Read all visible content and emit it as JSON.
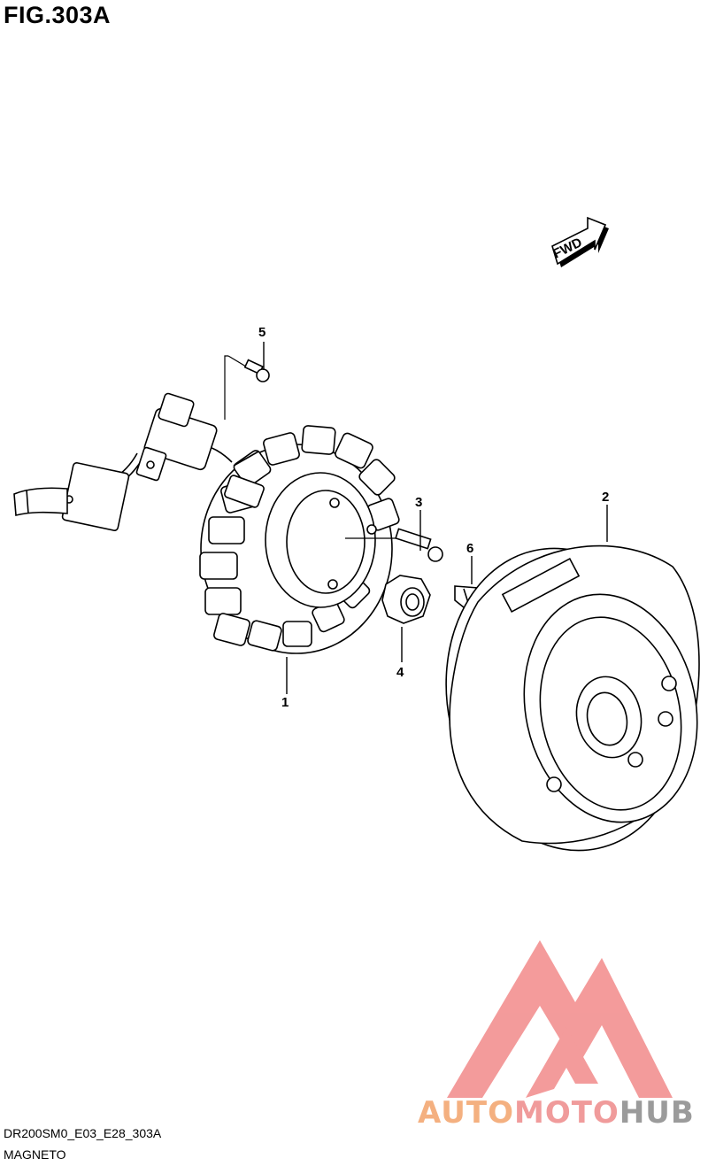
{
  "figure": {
    "title": "FIG.303A",
    "code": "DR200SM0_E03_E28_303A",
    "name": "MAGNETO"
  },
  "direction_marker": {
    "label": "FWD",
    "icon": "fwd-arrow-icon"
  },
  "callouts": [
    {
      "id": "1",
      "label": "1",
      "part": "stator"
    },
    {
      "id": "2",
      "label": "2",
      "part": "rotor"
    },
    {
      "id": "3",
      "label": "3",
      "part": "bolt"
    },
    {
      "id": "4",
      "label": "4",
      "part": "nut"
    },
    {
      "id": "5",
      "label": "5",
      "part": "screw"
    },
    {
      "id": "6",
      "label": "6",
      "part": "key"
    }
  ],
  "watermark": {
    "parts": [
      "AUTO",
      "MOTO",
      "HUB"
    ],
    "colors": {
      "auto": "#f3a36a",
      "moto": "#ee8a8a",
      "hub": "#8a8a8a",
      "logo": "#f28a8a"
    }
  }
}
